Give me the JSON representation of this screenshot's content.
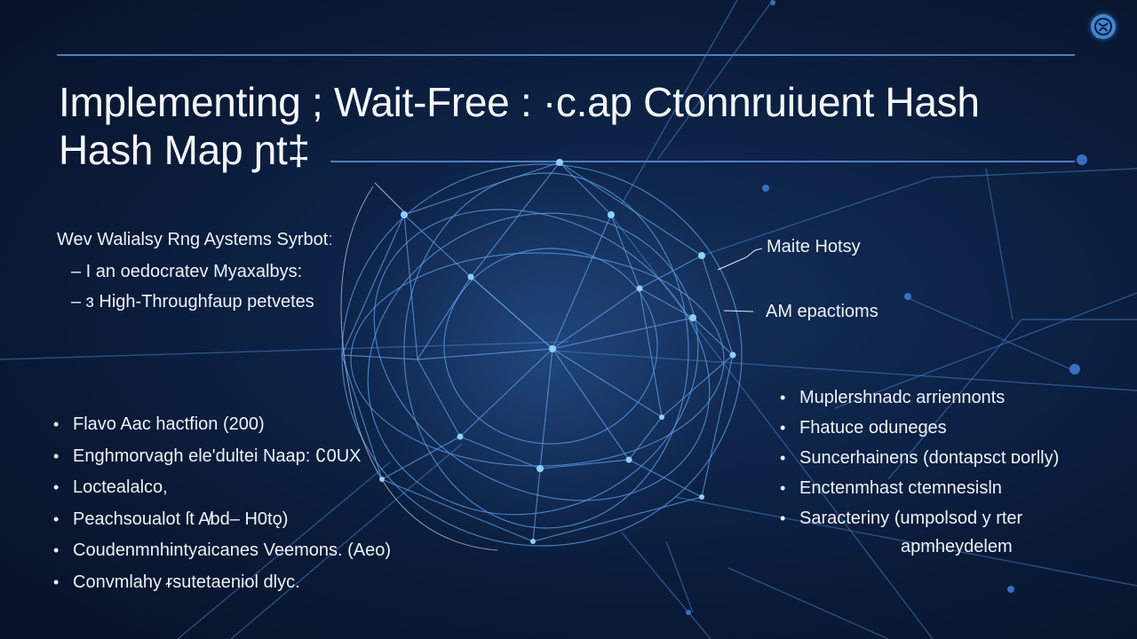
{
  "title": {
    "line1": "Implementing ; Wait-Free : ·c.ap Ctonnruiuent  Hash",
    "line2": "Hash Map ɲt‡"
  },
  "intro": {
    "heading": "Wev Walialsy Rng Aystems Syrbotː",
    "item1": "–  I  an oedocratev Myaxalbys:",
    "item2": "–  ɜ  High-Throughfaup petvetes"
  },
  "left_list": [
    "Flavo Aac hactfion (200)",
    "Enghmorvagh ele'dultei Naap: ∁0UX",
    "Loctealalco,",
    "Peachsoualot ſt A̸bd– H0tǫ)",
    "Coudenmnhintyaicanes Veemons. (Aeo)",
    "Convmlahy ᵲsutetaeniol dlyc."
  ],
  "callouts": {
    "top": "Maite Hotsy",
    "middle": "AM epactioms"
  },
  "right_list": [
    "Muplershnadc arriennonts",
    "Fhatuce        oduneges",
    "Suncerhainens (dontapsct ᴅorlly)",
    "Enctenmhast ctemnesisln",
    "Saracteriny (umpolsod y rter"
  ],
  "right_list_continuation": "apmheydelem",
  "colors": {
    "background": "#0a1a36",
    "accent": "#4a8fe0",
    "text": "#eef2f8"
  },
  "icons": {
    "logo": "globe-logo-icon"
  }
}
